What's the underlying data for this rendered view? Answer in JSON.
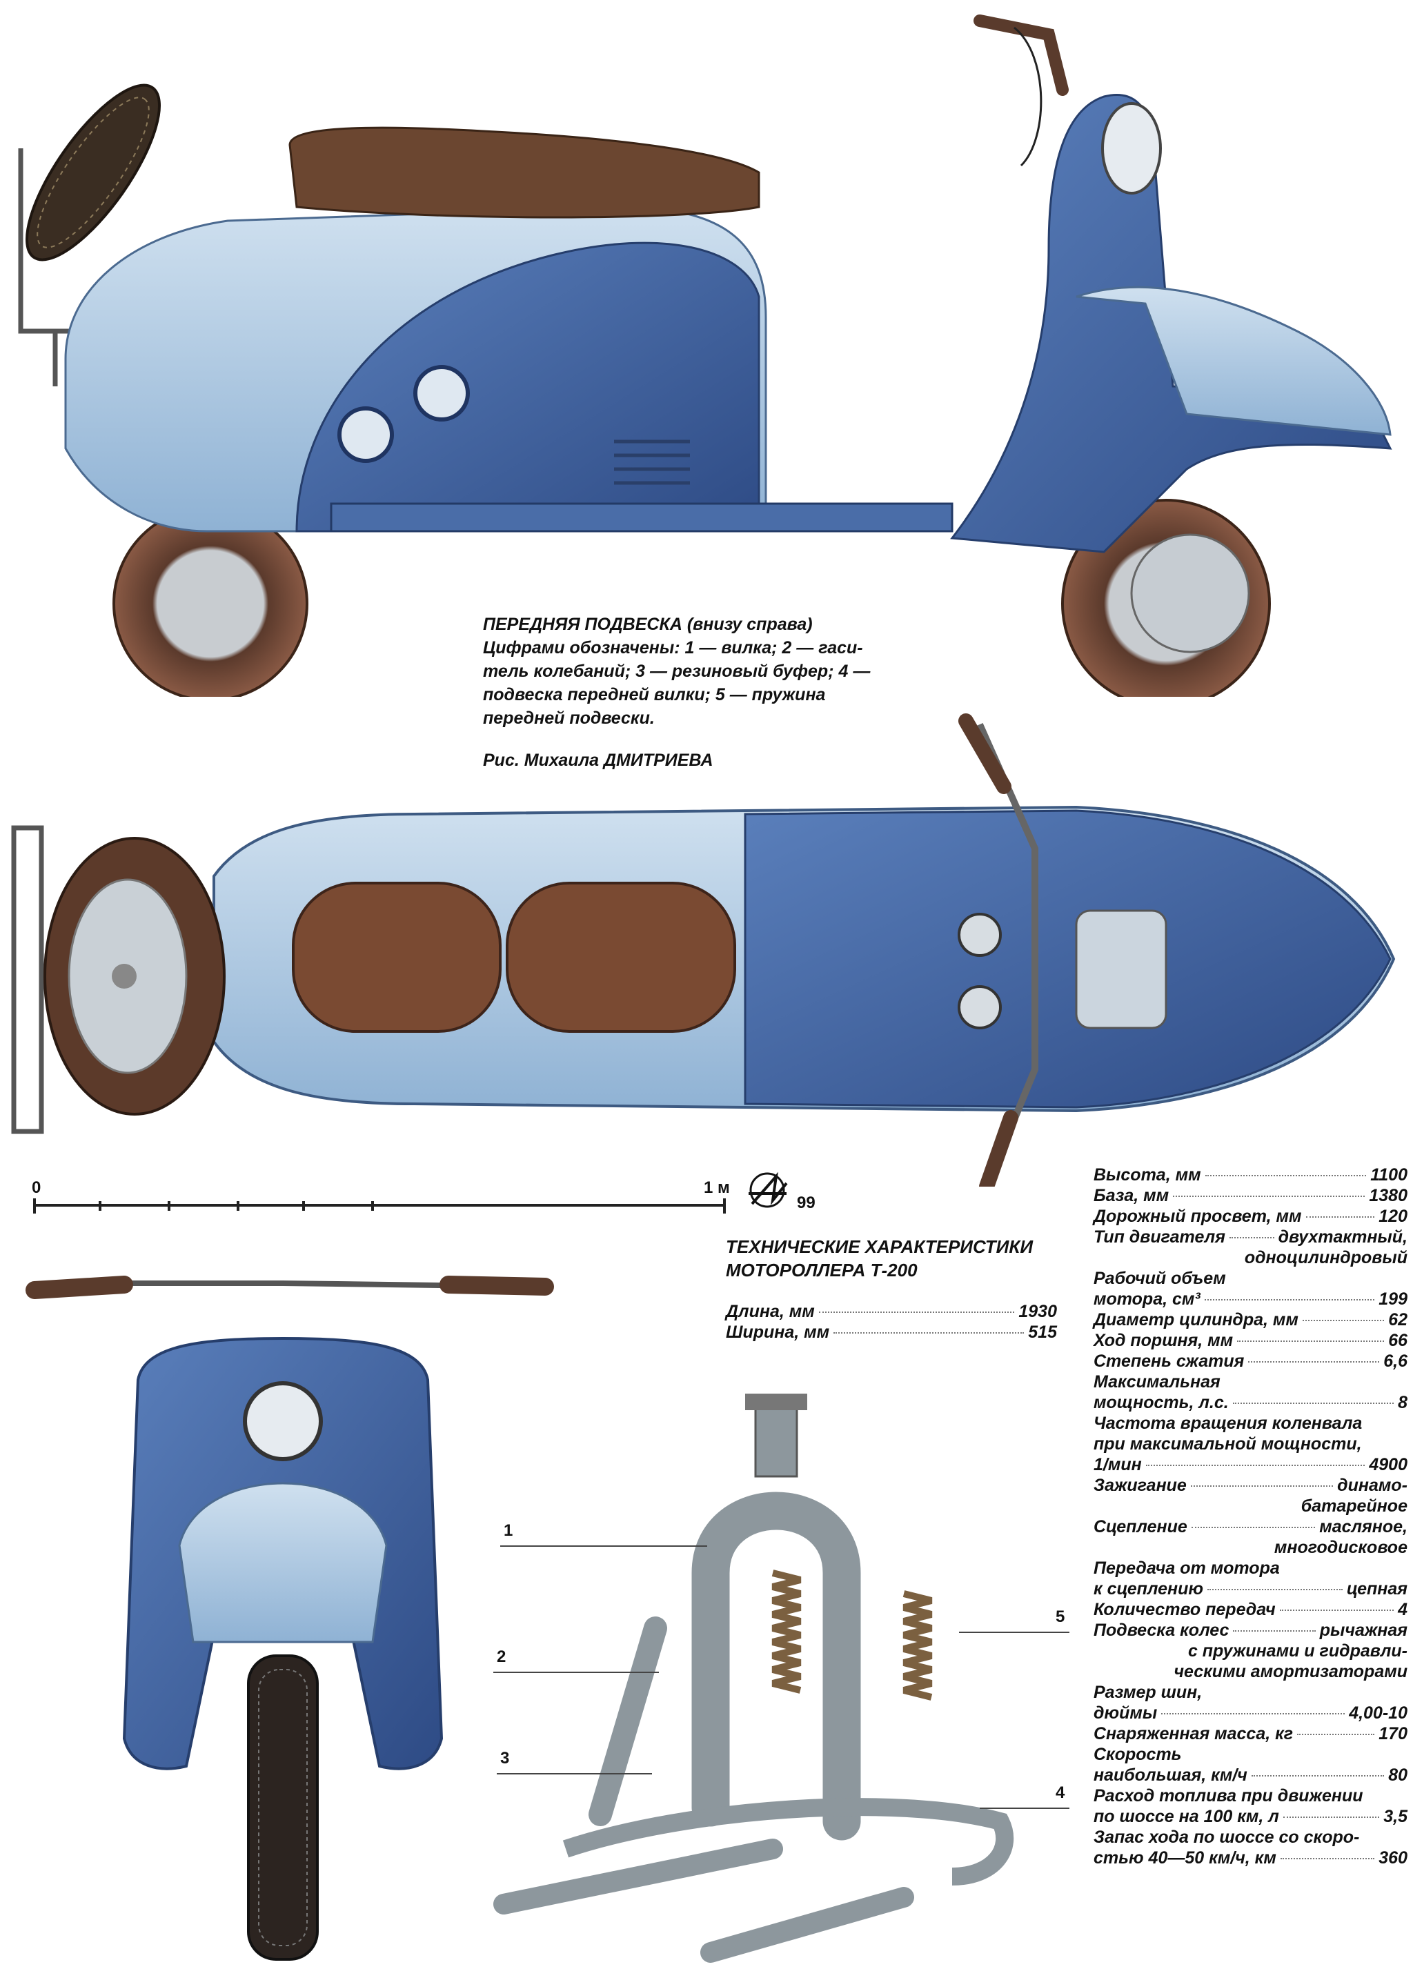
{
  "caption": {
    "title": "ПЕРЕДНЯЯ ПОДВЕСКА (внизу справа)",
    "lines": [
      "Цифрами обозначены: 1 — вилка; 2 — гаси-",
      "тель колебаний; 3 — резиновый буфер; 4 —",
      "подвеска передней вилки; 5 — пружина",
      "передней подвески."
    ],
    "credit": "Рис. Михаила ДМИТРИЕВА"
  },
  "scale": {
    "start": "0",
    "end": "1 м",
    "mark": "99"
  },
  "tech": {
    "title_line1": "ТЕХНИЧЕСКИЕ ХАРАКТЕРИСТИКИ",
    "title_line2": "МОТОРОЛЛЕРА Т-200",
    "basic": [
      {
        "label": "Длина, мм",
        "value": "1930"
      },
      {
        "label": "Ширина, мм",
        "value": "515"
      }
    ]
  },
  "specs": [
    {
      "label": "Высота, мм",
      "value": "1100"
    },
    {
      "label": "База, мм",
      "value": "1380"
    },
    {
      "label": "Дорожный просвет, мм",
      "value": "120"
    },
    {
      "label": "Тип двигателя",
      "value": "двухтактный,"
    },
    {
      "label": "",
      "value": "одноцилиндровый"
    },
    {
      "label": "Рабочий объем",
      "value": ""
    },
    {
      "label": "мотора, см³",
      "value": "199"
    },
    {
      "label": "Диаметр цилиндра, мм",
      "value": "62"
    },
    {
      "label": "Ход поршня, мм",
      "value": "66"
    },
    {
      "label": "Степень сжатия",
      "value": "6,6"
    },
    {
      "label": "Максимальная",
      "value": ""
    },
    {
      "label": "мощность, л.с.",
      "value": "8"
    },
    {
      "label": "Частота вращения коленвала",
      "value": ""
    },
    {
      "label": "при максимальной мощности,",
      "value": ""
    },
    {
      "label": "1/мин",
      "value": "4900"
    },
    {
      "label": "Зажигание",
      "value": "динамо-"
    },
    {
      "label": "",
      "value": "батарейное"
    },
    {
      "label": "Сцепление",
      "value": "масляное,"
    },
    {
      "label": "",
      "value": "многодисковое"
    },
    {
      "label": "Передача от мотора",
      "value": ""
    },
    {
      "label": "к сцеплению",
      "value": "цепная"
    },
    {
      "label": "Количество передач",
      "value": "4"
    },
    {
      "label": "Подвеска колес",
      "value": "рычажная"
    },
    {
      "label": "",
      "value": "с пружинами и гидравли-"
    },
    {
      "label": "",
      "value": "ческими амортизаторами"
    },
    {
      "label": "Размер шин,",
      "value": ""
    },
    {
      "label": "дюймы",
      "value": "4,00-10"
    },
    {
      "label": "Снаряженная масса, кг",
      "value": "170"
    },
    {
      "label": "Скорость",
      "value": ""
    },
    {
      "label": "наибольшая, км/ч",
      "value": "80"
    },
    {
      "label": "Расход топлива при движении",
      "value": ""
    },
    {
      "label": "по шоссе на 100 км, л",
      "value": "3,5"
    },
    {
      "label": "Запас хода по шоссе со скоро-",
      "value": ""
    },
    {
      "label": "стью 40—50 км/ч, км",
      "value": "360"
    }
  ],
  "callouts": [
    "1",
    "2",
    "3",
    "4",
    "5"
  ],
  "colors": {
    "body_light": "#a9c7e2",
    "body_dark": "#3d5f9c",
    "seat": "#6b4630",
    "tire": "#7a4e3c",
    "metal": "#9aa4aa"
  }
}
